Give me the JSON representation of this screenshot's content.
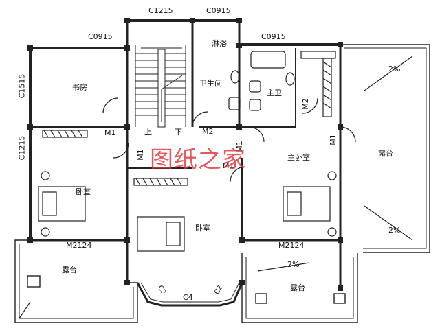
{
  "labels": {
    "window_c1215_top": "C1215",
    "window_c0915_top": "C0915",
    "window_c0915_left": "C0915",
    "window_c0915_right": "C0915",
    "window_c1515": "C1515",
    "window_c1215_left": "C1215",
    "shower": "淋浴",
    "bathroom": "卫生间",
    "master_bath": "主卫",
    "study": "书房",
    "door_m1_study": "M1",
    "door_m1_left": "M1",
    "door_m1_center": "M1",
    "door_m1_hall": "M1",
    "door_m1_right": "M1",
    "door_m2_bath": "M2",
    "door_m2_master_bath": "M2",
    "stair_up": "上",
    "stair_down": "下",
    "master_bedroom": "主卧室",
    "bedroom_left": "卧室",
    "bedroom_center": "卧室",
    "terrace_right": "露台",
    "terrace_left": "露台",
    "terrace_bottom": "露台",
    "slope_top": "2%",
    "slope_bottom_right": "2%",
    "slope_bottom": "2%",
    "door_m2124_left": "M2124",
    "door_m2124_right": "M2124",
    "window_c2_left": "C2",
    "window_c2_right": "C2",
    "window_c4": "C4"
  },
  "watermark": "图纸之家",
  "colors": {
    "wall": "#000000",
    "line": "#333333",
    "watermark": "#e2343a"
  }
}
